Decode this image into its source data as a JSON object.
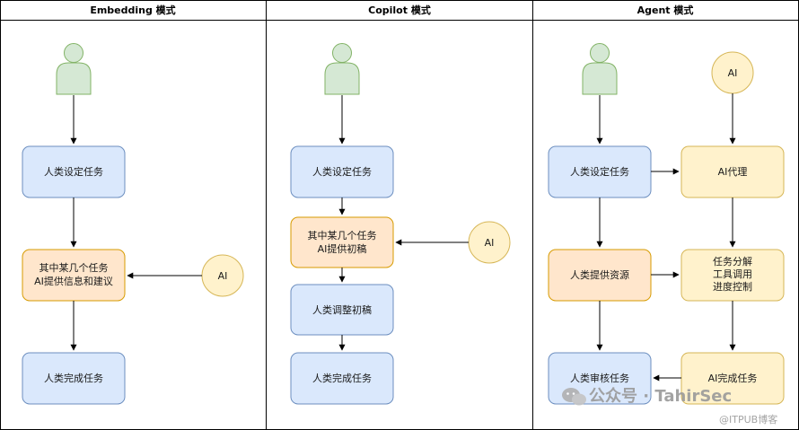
{
  "columns": [
    {
      "title": "Embedding 模式"
    },
    {
      "title": "Copilot 模式"
    },
    {
      "title": "Agent 模式"
    }
  ],
  "embedding": {
    "set_task": "人类设定任务",
    "ai_help_1": "其中某几个任务",
    "ai_help_2": "AI提供信息和建议",
    "ai": "AI",
    "complete": "人类完成任务"
  },
  "copilot": {
    "set_task": "人类设定任务",
    "draft_1": "其中某几个任务",
    "draft_2": "AI提供初稿",
    "ai": "AI",
    "adjust": "人类调整初稿",
    "complete": "人类完成任务"
  },
  "agent": {
    "set_task": "人类设定任务",
    "ai": "AI",
    "ai_agent": "AI代理",
    "resources": "人类提供资源",
    "steps_1": "任务分解",
    "steps_2": "工具调用",
    "steps_3": "进度控制",
    "review": "人类审核任务",
    "ai_complete": "AI完成任务"
  },
  "watermark": {
    "text": "公众号 · TahirSec",
    "sub": "@ITPUB博客"
  },
  "colors": {
    "blue_fill": "#dae8fc",
    "blue_stroke": "#6c8ebf",
    "orange_fill": "#ffe6cc",
    "orange_stroke": "#d79b00",
    "yellow_fill": "#fff2cc",
    "yellow_stroke": "#d6b656",
    "person_fill": "#d5e8d4",
    "person_stroke": "#82b366"
  }
}
